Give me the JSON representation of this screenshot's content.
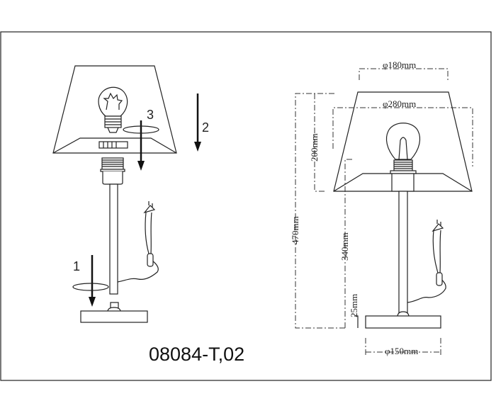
{
  "title": "08084-T,02",
  "steps": [
    "1",
    "2",
    "3"
  ],
  "dimensions": {
    "shade_top_diameter": "φ180mm",
    "shade_bottom_diameter": "φ280mm",
    "total_height": "470mm",
    "shade_height": "200mm",
    "stem_height": "340mm",
    "base_height": "25mm",
    "base_diameter": "φ150mm"
  }
}
